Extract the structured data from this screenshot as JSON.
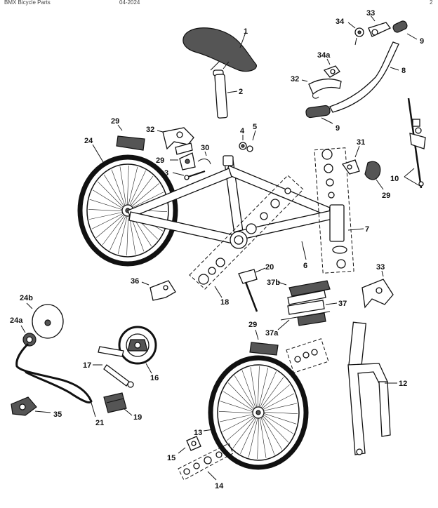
{
  "header": {
    "left_text": "BMX Bicycle Parts",
    "mid_text": "04-2024",
    "page_marker": "2"
  },
  "callouts": {
    "seat": "1",
    "seat_post": "2",
    "bolt_3": "3",
    "nut_4": "4",
    "washer_5": "5",
    "frame": "6",
    "headset": "7",
    "handlebar": "8",
    "grip_right": "9",
    "grip_left": "9",
    "rear_reflector_bracket": "10",
    "fork": "12",
    "front_wheel": "13",
    "front_axle": "14",
    "front_axle_nut": "15",
    "crank_set": "16",
    "crank_arm": "17",
    "bottom_bracket": "18",
    "pedal": "19",
    "kickstand": "20",
    "chain": "21",
    "rear_wheel": "24",
    "freewheel": "24a",
    "chain_guard": "24b",
    "reflector_29_top": "29",
    "reflector_29_clip": "29",
    "reflector_29_front": "29",
    "reflector_29_mid": "29",
    "cable_guide": "30",
    "front_reflector_bracket": "31",
    "rear_caliper": "32",
    "brake_lever_left": "32",
    "brake_lever_right": "33",
    "front_caliper": "33",
    "bell": "34",
    "lever_clamp": "34a",
    "derailleur": "35",
    "seat_clamp": "36",
    "pad_set": "37",
    "pad_block": "37a",
    "brake_spring": "37b"
  }
}
